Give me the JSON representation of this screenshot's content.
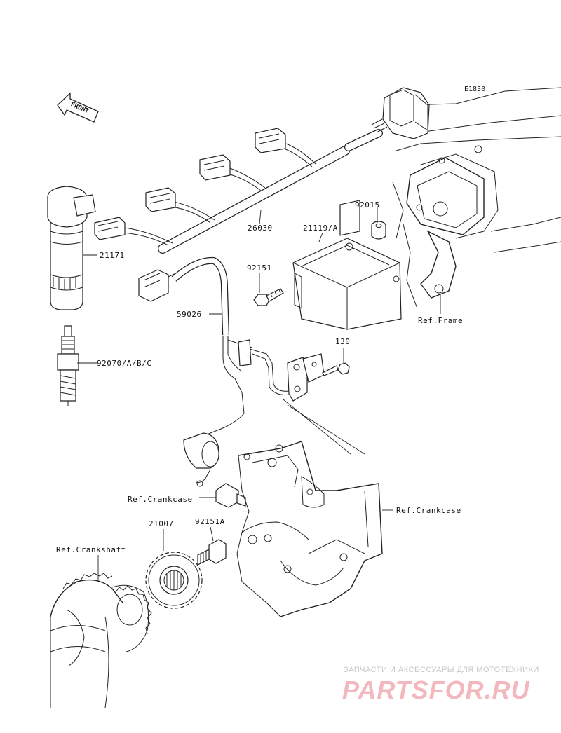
{
  "diagram_code": "E1830",
  "front_label": "FRONT",
  "parts": {
    "ignition_coil": "21171",
    "spark_plug": "92070/A/B/C",
    "main_harness": "26030",
    "igniter": "21119/A",
    "grommet": "92015",
    "bolt_igniter": "92151",
    "bolt_pickup": "130",
    "sub_harness": "59026",
    "timing_rotor": "21007",
    "bolt_rotor": "92151A"
  },
  "references": {
    "frame": "Ref.Frame",
    "crankcase_left": "Ref.Crankcase",
    "crankcase_right": "Ref.Crankcase",
    "crankshaft": "Ref.Crankshaft"
  },
  "watermark": {
    "tagline": "ЗАПЧАСТИ И АКСЕССУАРЫ ДЛЯ МОТОТЕХНИКИ",
    "logo": "PARTSFOR.RU"
  }
}
